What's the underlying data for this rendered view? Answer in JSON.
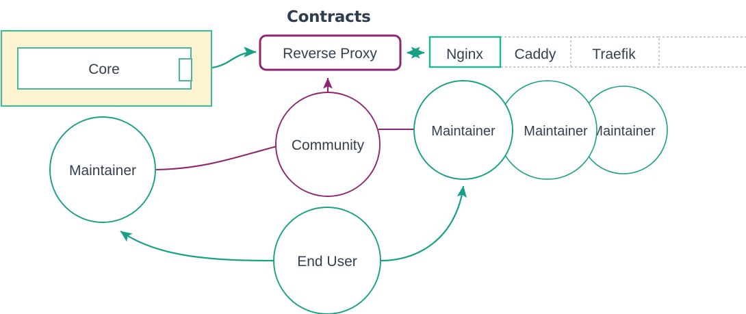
{
  "diagram": {
    "title": "Contracts",
    "colors": {
      "teal": "#16a085",
      "teal_light": "#26b99a",
      "purple": "#8e2472",
      "text": "#333f50",
      "box_fill": "#fdf3d0",
      "box_border": "#45b79a",
      "cell_border_dotted": "#999999",
      "white": "#ffffff"
    },
    "core_group": {
      "name": "core-group",
      "inner_box_label": "Core",
      "port_name": "core-port"
    },
    "reverse_proxy": {
      "label": "Reverse Proxy"
    },
    "table": {
      "name": "proxy-options-table",
      "cells": [
        {
          "label": "Nginx",
          "selected": true
        },
        {
          "label": "Caddy",
          "selected": false
        },
        {
          "label": "Traefik",
          "selected": false
        },
        {
          "label": "",
          "selected": false
        }
      ]
    },
    "circles": [
      {
        "id": "maintainer-left",
        "label": "Maintainer",
        "color": "teal"
      },
      {
        "id": "community",
        "label": "Community",
        "color": "purple"
      },
      {
        "id": "maintainer-1",
        "label": "Maintainer",
        "color": "teal"
      },
      {
        "id": "maintainer-2",
        "label": "Maintainer",
        "color": "teal"
      },
      {
        "id": "maintainer-3",
        "label": "Maintainer",
        "color": "teal"
      },
      {
        "id": "end-user",
        "label": "End User",
        "color": "teal"
      }
    ],
    "edges": [
      {
        "from": "core",
        "to": "reverse-proxy",
        "arrow": "end",
        "color": "teal"
      },
      {
        "from": "reverse-proxy",
        "to": "nginx",
        "arrow": "both",
        "color": "teal"
      },
      {
        "from": "community",
        "to": "reverse-proxy",
        "arrow": "end",
        "color": "purple"
      },
      {
        "from": "maintainer-left",
        "to": "community",
        "arrow": "none",
        "color": "purple"
      },
      {
        "from": "community",
        "to": "maintainer-1",
        "arrow": "none",
        "color": "purple"
      },
      {
        "from": "end-user",
        "to": "maintainer-left",
        "arrow": "end",
        "color": "teal"
      },
      {
        "from": "end-user",
        "to": "maintainer-1",
        "arrow": "end",
        "color": "teal"
      }
    ]
  }
}
